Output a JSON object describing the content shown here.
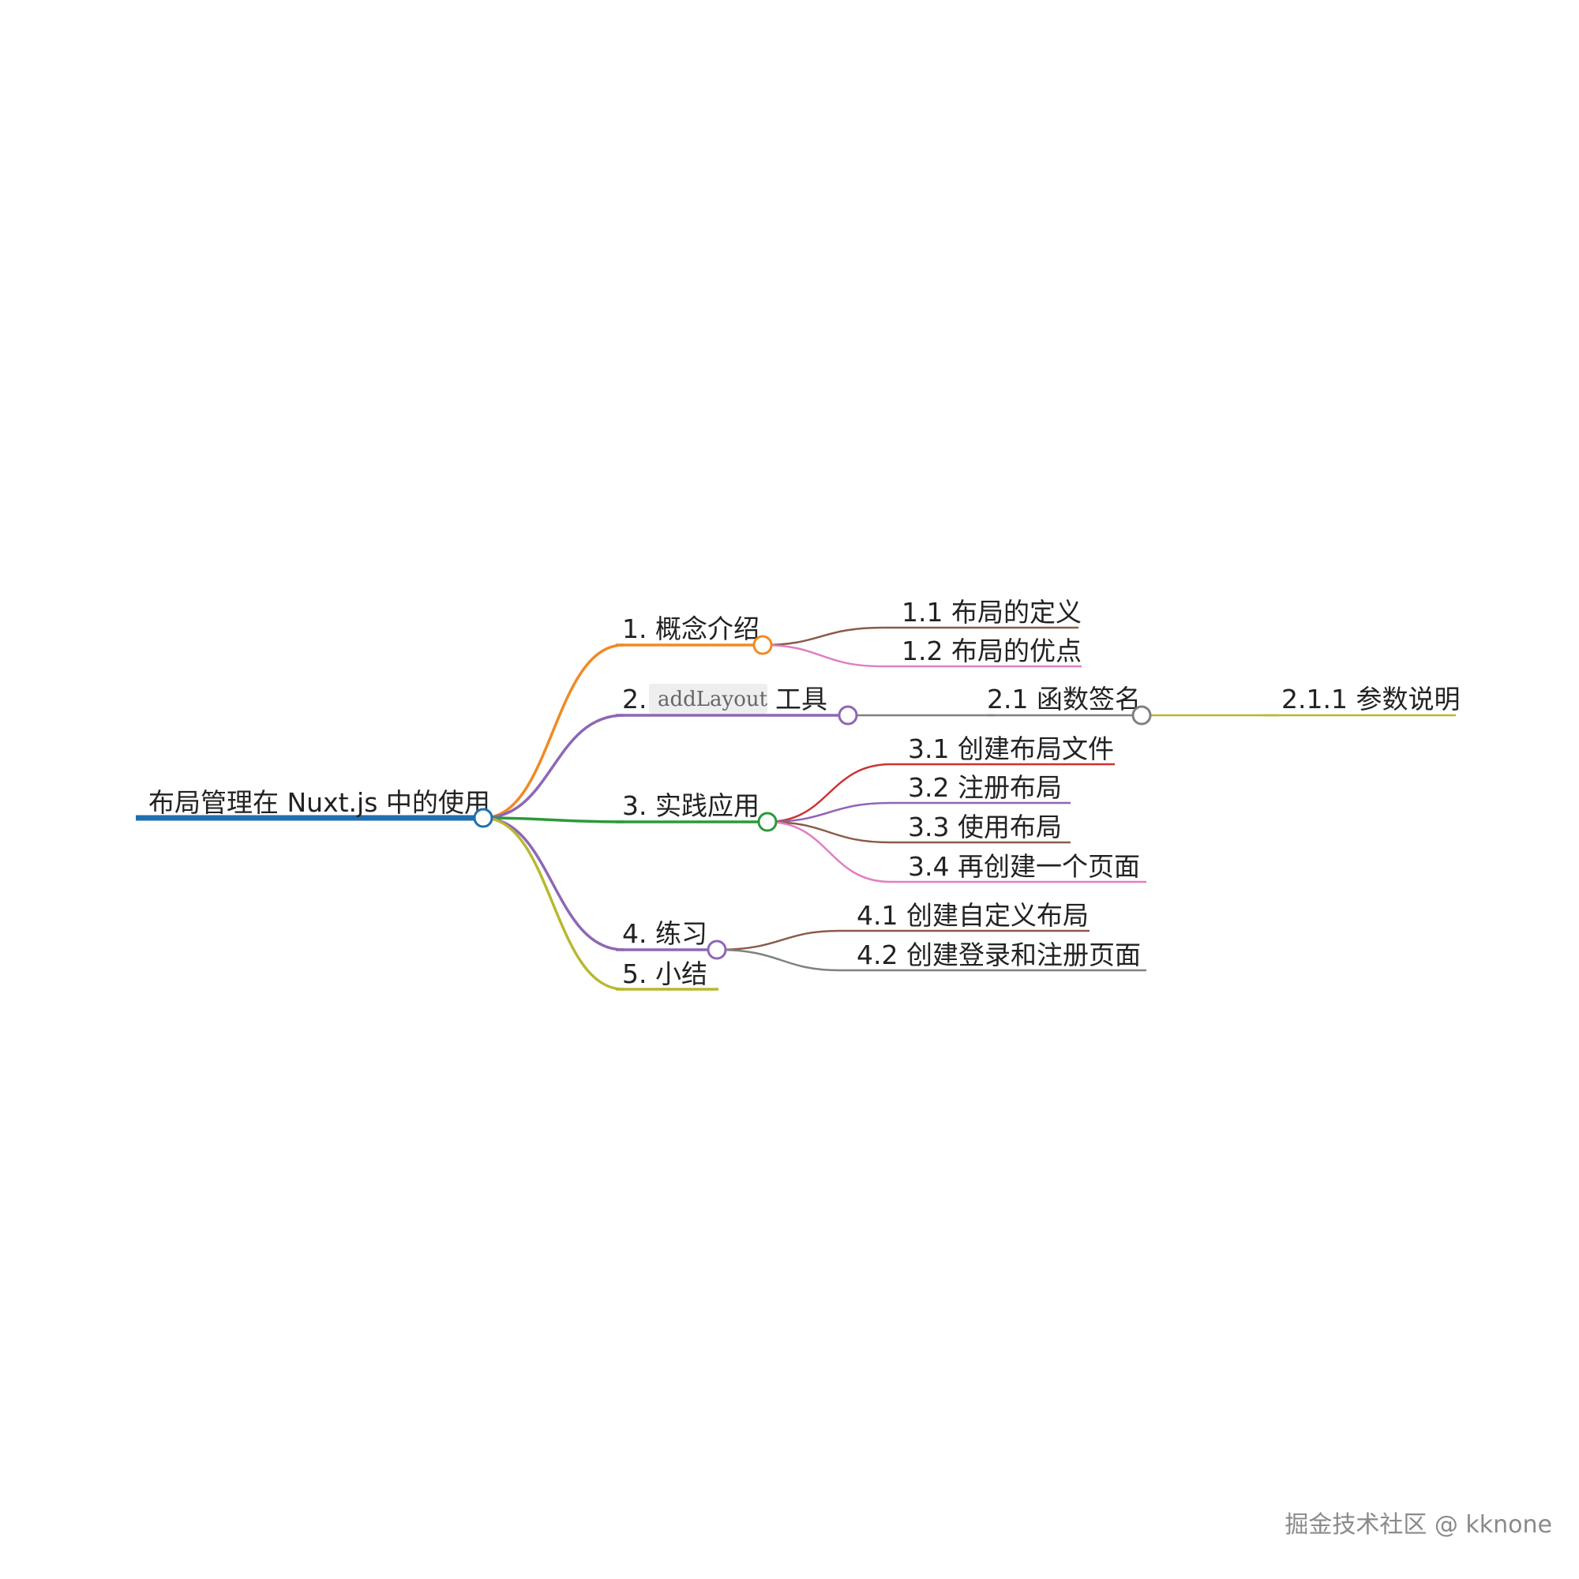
{
  "colors": {
    "root": "#1f6fb0",
    "orange": "#f08a24",
    "purple": "#8e66b6",
    "green": "#2a9a3a",
    "olive": "#b9b830",
    "brown": "#8b5a4a",
    "pink": "#e07fbf",
    "gray": "#808080",
    "red": "#cc3333"
  },
  "root": {
    "label": "布局管理在 Nuxt.js 中的使用"
  },
  "nodes": {
    "n1": {
      "label": "1. 概念介绍"
    },
    "n1_1": {
      "label": "1.1 布局的定义"
    },
    "n1_2": {
      "label": "1.2 布局的优点"
    },
    "n2": {
      "prefix": "2.",
      "code": "addLayout",
      "suffix": "工具"
    },
    "n2_1": {
      "label": "2.1 函数签名"
    },
    "n2_1_1": {
      "label": "2.1.1 参数说明"
    },
    "n3": {
      "label": "3. 实践应用"
    },
    "n3_1": {
      "label": "3.1 创建布局文件"
    },
    "n3_2": {
      "label": "3.2 注册布局"
    },
    "n3_3": {
      "label": "3.3 使用布局"
    },
    "n3_4": {
      "label": "3.4 再创建一个页面"
    },
    "n4": {
      "label": "4. 练习"
    },
    "n4_1": {
      "label": "4.1 创建自定义布局"
    },
    "n4_2": {
      "label": "4.2 创建登录和注册页面"
    },
    "n5": {
      "label": "5. 小结"
    }
  },
  "watermark": "掘金技术社区 @ kknone"
}
